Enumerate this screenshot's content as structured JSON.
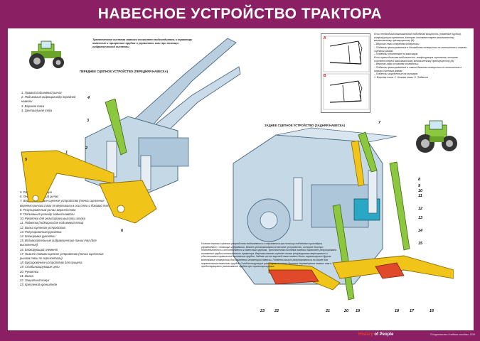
{
  "title": "НАВЕСНОЕ УСТРОЙСТВО ТРАКТОРА",
  "intro_text": "Трехточечная система навески позволяет подсоединять к трактору навесные и прицепные орудия и управлять ими при помощи гидравлической системы.",
  "front": {
    "section_title": "ПЕРЕДНЕЕ СЦЕПНОЕ УСТРОЙСТВО (ПЕРЕДНЯЯ НАВЕСКА)",
    "legend": [
      "1. Правый подъемный рычаг",
      "2. Подъемный гидроцилиндр передней навески",
      "3. Верхняя тяга",
      "4. Центральная тяга"
    ],
    "callouts": [
      "1",
      "2",
      "3",
      "4",
      "5",
      "6"
    ]
  },
  "rear": {
    "section_title": "ЗАДНЕЕ СЦЕПНОЕ УСТРОЙСТВО (ЗАДНЯЯ НАВЕСКА)",
    "legend": [
      "5. Рама оси балансира",
      "6. Левый подъемный рычаг",
      "7. Верхнее тяговое сцепное устройство (точка сцепления верхнего рычага тяги по вертикали в оси тяги и боковой тяги)",
      "8. Регулировочный рычаг верхней тяги",
      "9. Подъемный цилиндр задней навески",
      "10. Рукоятка для регулировки высоты штока",
      "11. Подвеска (подпорка для подъемной тяги)",
      "12. Вилка сцепного устройства",
      "13. Регулировочная рукоятка",
      "14. Блокировка рукоятки",
      "15. Вспомогательные гидравлические линии тяг (для выполнения)",
      "16. Блокирующий элемент",
      "17. Нижнее тягово-сцепное устройство (точка сцепления рычага тяги по горизонтали)",
      "18. Буксировочное устройство для прицепа",
      "19. Стабилизирующие цепи",
      "20. Рукоятки",
      "21. Вилка",
      "22. Защитный кожух",
      "23. Креплений кронштейн"
    ],
    "callouts": [
      "7",
      "8",
      "9",
      "10",
      "11",
      "12",
      "13",
      "14",
      "15",
      "16",
      "17",
      "18",
      "19",
      "20",
      "21",
      "22",
      "23"
    ]
  },
  "info_panel": {
    "text": "Если необходима максимальная подъемная мощность (тяжелые орудия), конфигурация сцепления, которая соответствует минимальному механическому преимуществу (A):\n– Верхние тяги в верхнем отверстии.\n– Подвески фиксированные в ближайшем отверстии по отношению к тягово-сцепным рамам.\n– Подвески удлиненные на максимум.\nЕсли нужна большая мобильность, конфигурация сцепления, которая соответствует максимальному механическому преимуществу (B):\n– Верхние тяги в нижнем отверстии.\n– Подвески фиксированные в самом дальнем отверстии по отношению к тягово-сцепным рамам.\n– Подвески укороченные на минимум.\n1. Верхняя тяга; 2. Нижняя тяга; 3. Подвеска",
    "label_a": "A",
    "label_b": "B"
  },
  "description": "Нижние тягово-сцепные устройства поднимаются и опускаются при помощи подъёмных цилиндров, управляемых с помощью гидравлики. Может устанавливаться весовое устройство, которое быстро подсоединяется и отсоединяется к навесным орудиям. Трехточечная система навески позволяет регулировать положение орудия относительно трактора. Верхняя тягово-сцепная точка регулируется вертикально и обеспечивает правильное положение орудия. Задняя часть верхней тяги может быть перемещена в другие монтажные отверстия для изменения геометрии навески. Подвески могут регулироваться по длине для выравнивания навесного орудия. Стабилизирующие цепи ограничивают боковые перемещения нижних тяг и предотвращают раскачивание орудия при транспортировке.",
  "brand": {
    "part1": "History",
    "part2": "of People"
  },
  "footer_note": "© Издательство «Учебные пособия», 2019",
  "colors": {
    "frame": "#8b1f63",
    "casting": "#c5d8e6",
    "yellow_links": "#f0c419",
    "green_links": "#8dc63f",
    "red_parts": "#e04a2b",
    "teal_parts": "#2aa7c4"
  }
}
